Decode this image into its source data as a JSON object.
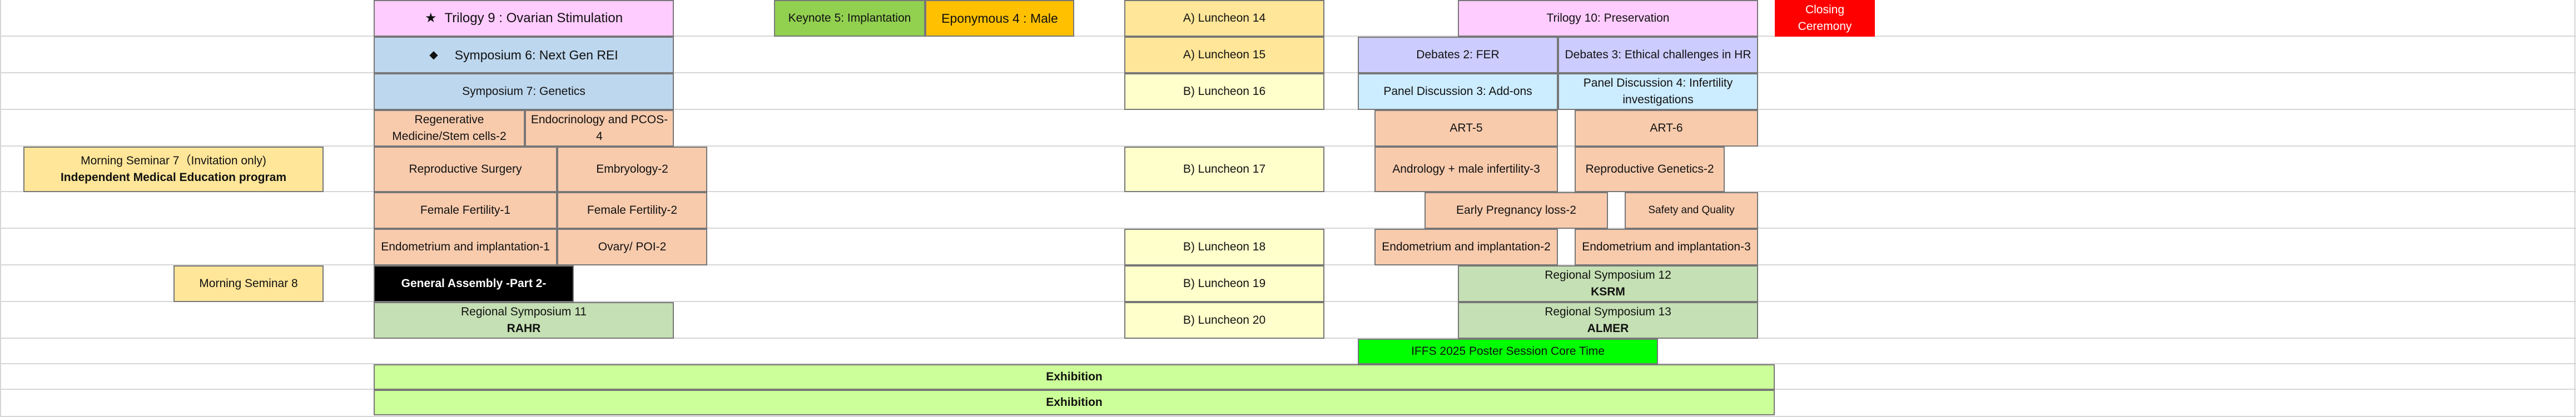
{
  "colors": {
    "pink": "#ffccff",
    "green_keynote": "#92d050",
    "orange": "#ffc000",
    "light_orange": "#ffe699",
    "light_blue": "#bdd7ee",
    "lavender": "#ccccff",
    "sky": "#ccecff",
    "salmon": "#f8cbad",
    "yellow": "#fff2a6",
    "pale_yellow": "#ffffcc",
    "black": "#000000",
    "sage": "#c5e0b4",
    "bright_green": "#00ff00",
    "lime": "#ccff99",
    "red": "#ff0000"
  },
  "schedule": {
    "trilogy_9": {
      "icon": "star-icon",
      "glyph": "★",
      "label": "Trilogy 9 : Ovarian Stimulation"
    },
    "keynote_5": "Keynote 5: Implantation",
    "eponymous_4": "Eponymous 4 : Male",
    "luncheon_a14": "A) Luncheon 14",
    "trilogy_10": "Trilogy 10: Preservation",
    "closing_ceremony": {
      "l1": "Closing",
      "l2": "Ceremony"
    },
    "symposium_6": {
      "icon": "diamond-icon",
      "glyph": "◆",
      "label": "Symposium 6: Next Gen REI"
    },
    "luncheon_a15": "A) Luncheon 15",
    "debates_2": "Debates 2: FER",
    "debates_3": "Debates 3: Ethical challenges in HR",
    "symposium_7": "Symposium 7: Genetics",
    "luncheon_b16": "B) Luncheon 16",
    "panel_3": "Panel Discussion 3: Add-ons",
    "panel_4": {
      "l1": "Panel Discussion 4: Infertility",
      "l2": "investigations"
    },
    "regen_medicine": {
      "l1": "Regenerative",
      "l2": "Medicine/Stem cells-2"
    },
    "endocrinology_pcos": "Endocrinology and PCOS-4",
    "art_5": "ART-5",
    "art_6": "ART-6",
    "morning_seminar_7": {
      "l1": "Morning Seminar 7（Invitation only)",
      "l2": "Independent Medical Education program"
    },
    "repro_surgery": "Reproductive Surgery",
    "embryology_2": "Embryology-2",
    "luncheon_b17": "B) Luncheon 17",
    "andrology": "Andrology + male infertility-3",
    "repro_genetics": "Reproductive Genetics-2",
    "female_fertility_1": "Female Fertility-1",
    "female_fertility_2": "Female Fertility-2",
    "early_pregnancy_loss": "Early Pregnancy loss-2",
    "safety_quality": "Safety and Quality",
    "endometrium_1": "Endometrium and implantation-1",
    "ovary_poi": "Ovary/ POI-2",
    "luncheon_b18": "B) Luncheon 18",
    "endometrium_2": "Endometrium and implantation-2",
    "endometrium_3": "Endometrium and implantation-3",
    "morning_seminar_8": "Morning Seminar 8",
    "general_assembly": "General Assembly -Part 2-",
    "luncheon_b19": "B) Luncheon 19",
    "regional_12": {
      "l1": "Regional Symposium 12",
      "l2": "KSRM"
    },
    "regional_11": {
      "l1": "Regional Symposium 11",
      "l2": "RAHR"
    },
    "luncheon_b20": "B) Luncheon 20",
    "regional_13": {
      "l1": "Regional Symposium 13",
      "l2": "ALMER"
    },
    "poster_session": "IFFS 2025 Poster Session Core Time",
    "exhibition_1": "Exhibition",
    "exhibition_2": "Exhibition"
  }
}
